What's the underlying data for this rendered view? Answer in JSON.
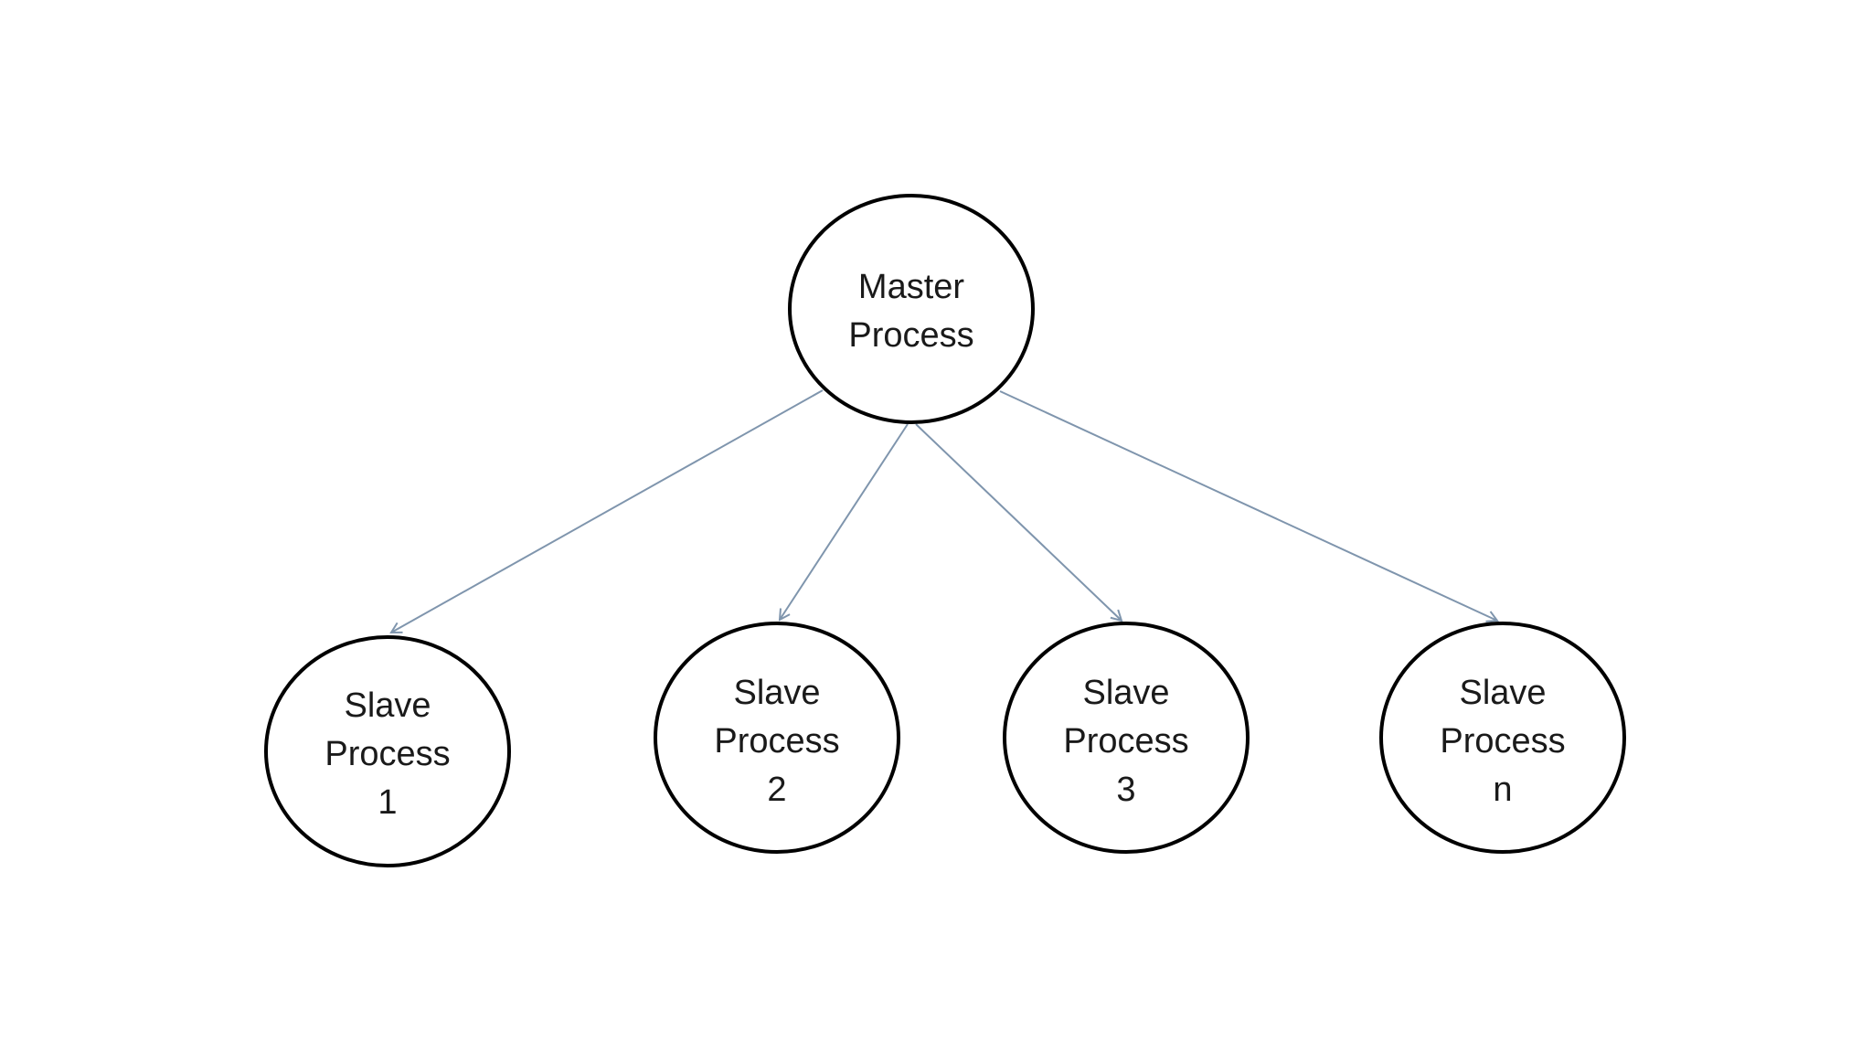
{
  "colors": {
    "background": "#ffffff",
    "node_stroke": "#000000",
    "edge_stroke": "#7f95ad",
    "text": "#1a1a1a"
  },
  "nodes": {
    "master": {
      "lines": [
        "Master",
        "Process"
      ]
    },
    "slave_1": {
      "lines": [
        "Slave",
        "Process",
        "1"
      ]
    },
    "slave_2": {
      "lines": [
        "Slave",
        "Process",
        "2"
      ]
    },
    "slave_3": {
      "lines": [
        "Slave",
        "Process",
        "3"
      ]
    },
    "slave_n": {
      "lines": [
        "Slave",
        "Process",
        "n"
      ]
    }
  },
  "edges": [
    {
      "from": "master",
      "to": "slave_1"
    },
    {
      "from": "master",
      "to": "slave_2"
    },
    {
      "from": "master",
      "to": "slave_3"
    },
    {
      "from": "master",
      "to": "slave_n"
    }
  ]
}
